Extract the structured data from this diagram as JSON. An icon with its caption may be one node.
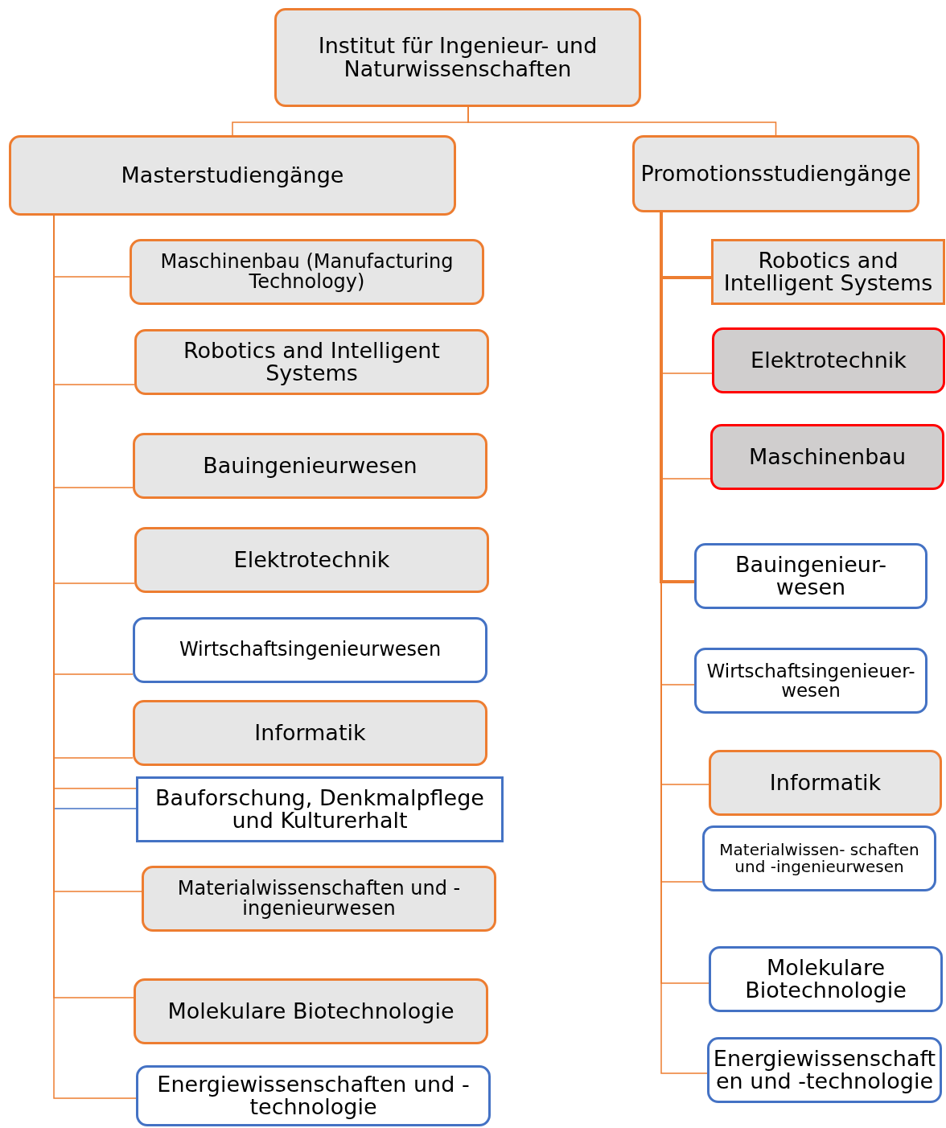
{
  "diagram": {
    "nodes": [
      {
        "text": [
          "Institut für Ingenieur- und Naturwissenschaften"
        ]
      },
      {
        "text": [
          "Masterstudiengänge"
        ]
      },
      {
        "text": [
          "Promotionsstudiengänge"
        ]
      },
      {
        "text": [
          "Maschinenbau (Manufacturing Technology)"
        ]
      },
      {
        "text": [
          "Robotics and Intelligent Systems"
        ]
      },
      {
        "text": [
          "Bauingenieurwesen"
        ]
      },
      {
        "text": [
          "Elektrotechnik"
        ]
      },
      {
        "text": [
          "Wirtschaftsingenieurwesen"
        ]
      },
      {
        "text": [
          "Informatik"
        ]
      },
      {
        "text": [
          "Bauforschung, Denkmalpflege und Kulturerhalt"
        ]
      },
      {
        "text": [
          "Materialwissenschaften und -ingenieurwesen"
        ]
      },
      {
        "text": [
          "Molekulare Biotechnologie"
        ]
      },
      {
        "text": [
          "Energiewissenschaften und -technologie"
        ]
      },
      {
        "text": [
          "Robotics and Intelligent Systems"
        ]
      },
      {
        "text": [
          "Elektrotechnik"
        ]
      },
      {
        "text": [
          "Maschinenbau"
        ]
      },
      {
        "text": [
          "Bauingenieur- wesen"
        ]
      },
      {
        "text": [
          "Wirtschaftsingenieuer-wesen"
        ]
      },
      {
        "text": [
          "Informatik"
        ]
      },
      {
        "text": [
          "Materialwissen- schaften und -ingenieurwesen"
        ]
      },
      {
        "text": [
          "Molekulare Biotechnologie"
        ]
      },
      {
        "text": [
          "Energiewissenschaften und -technologie"
        ]
      }
    ],
    "edges": [
      {
        "from": 0,
        "to": 1,
        "arrow": "none"
      },
      {
        "from": 0,
        "to": 2,
        "arrow": "none"
      },
      {
        "from": 1,
        "to": 3,
        "arrow": "none"
      },
      {
        "from": 1,
        "to": 4,
        "arrow": "none"
      },
      {
        "from": 1,
        "to": 5,
        "arrow": "none"
      },
      {
        "from": 1,
        "to": 6,
        "arrow": "none"
      },
      {
        "from": 1,
        "to": 7,
        "arrow": "none"
      },
      {
        "from": 1,
        "to": 8,
        "arrow": "none"
      },
      {
        "from": 1,
        "to": 9,
        "arrow": "none"
      },
      {
        "from": 1,
        "to": 9,
        "arrow": "none",
        "color": "#4472c4"
      },
      {
        "from": 1,
        "to": 10,
        "arrow": "none"
      },
      {
        "from": 1,
        "to": 11,
        "arrow": "none"
      },
      {
        "from": 1,
        "to": 12,
        "arrow": "none"
      },
      {
        "from": 2,
        "to": 13,
        "arrow": "none",
        "style": "thick"
      },
      {
        "from": 2,
        "to": 14,
        "arrow": "none"
      },
      {
        "from": 2,
        "to": 15,
        "arrow": "none"
      },
      {
        "from": 2,
        "to": 16,
        "arrow": "none",
        "style": "thick"
      },
      {
        "from": 2,
        "to": 17,
        "arrow": "none"
      },
      {
        "from": 2,
        "to": 18,
        "arrow": "none"
      },
      {
        "from": 2,
        "to": 19,
        "arrow": "none"
      },
      {
        "from": 2,
        "to": 20,
        "arrow": "none"
      },
      {
        "from": 2,
        "to": 21,
        "arrow": "none"
      }
    ]
  }
}
